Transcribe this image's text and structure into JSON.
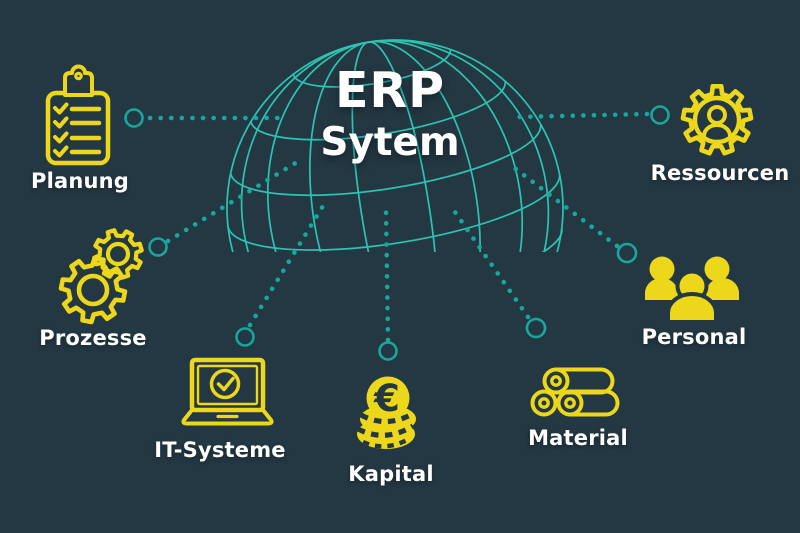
{
  "title": {
    "line1": "ERP",
    "line2": "Sytem"
  },
  "nodes": [
    {
      "id": "planung",
      "label": "Planung",
      "icon": "clipboard-checklist-icon"
    },
    {
      "id": "prozesse",
      "label": "Prozesse",
      "icon": "gears-icon"
    },
    {
      "id": "it-systeme",
      "label": "IT-Systeme",
      "icon": "laptop-check-icon"
    },
    {
      "id": "kapital",
      "label": "Kapital",
      "icon": "euro-coins-icon"
    },
    {
      "id": "material",
      "label": "Material",
      "icon": "material-rolls-icon"
    },
    {
      "id": "personal",
      "label": "Personal",
      "icon": "people-group-icon"
    },
    {
      "id": "ressourcen",
      "label": "Ressourcen",
      "icon": "gear-person-icon"
    }
  ],
  "colors": {
    "background": "#243843",
    "accent_teal": "#18a79c",
    "accent_yellow": "#ecd71a",
    "text_white": "#ffffff",
    "globe_gradient_top": "#2cc3b2",
    "globe_gradient_bottom": "#157a74"
  }
}
